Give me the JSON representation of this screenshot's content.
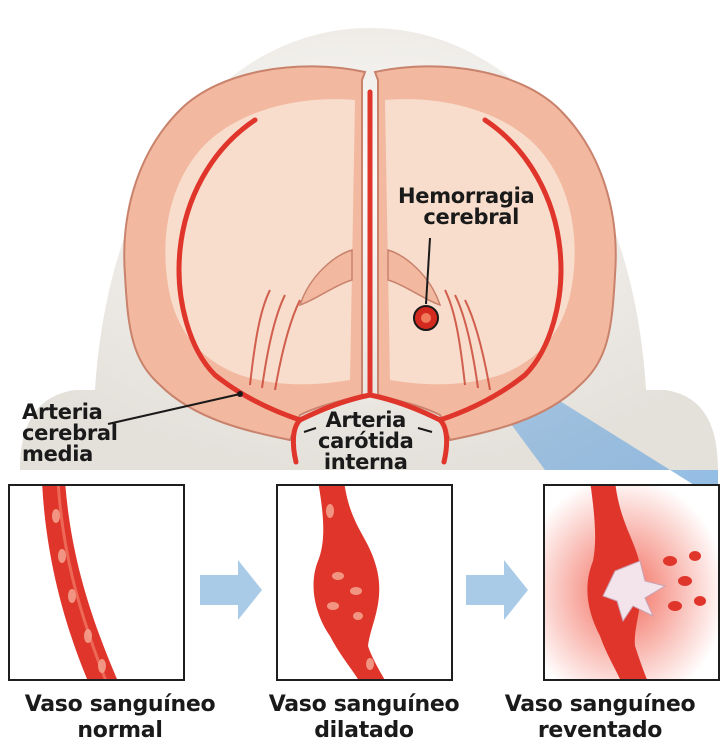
{
  "labels": {
    "hemorrhage": [
      "Hemorragia",
      "cerebral"
    ],
    "middle_artery": [
      "Arteria",
      "cerebral",
      "media"
    ],
    "carotid": [
      "Arteria",
      "carótida",
      "interna"
    ]
  },
  "panels": [
    {
      "caption": [
        "Vaso sanguíneo",
        "normal"
      ]
    },
    {
      "caption": [
        "Vaso sanguíneo",
        "dilatado"
      ]
    },
    {
      "caption": [
        "Vaso sanguíneo",
        "reventado"
      ]
    }
  ],
  "colors": {
    "vessel": "#e0352b",
    "vessel_dark": "#b01f18",
    "brain_outer": "#f2b9a0",
    "brain_inner": "#f8ddcc",
    "head": "#eeece8",
    "arrow": "#a9cbe8",
    "zoom": "#8fb8e0"
  }
}
